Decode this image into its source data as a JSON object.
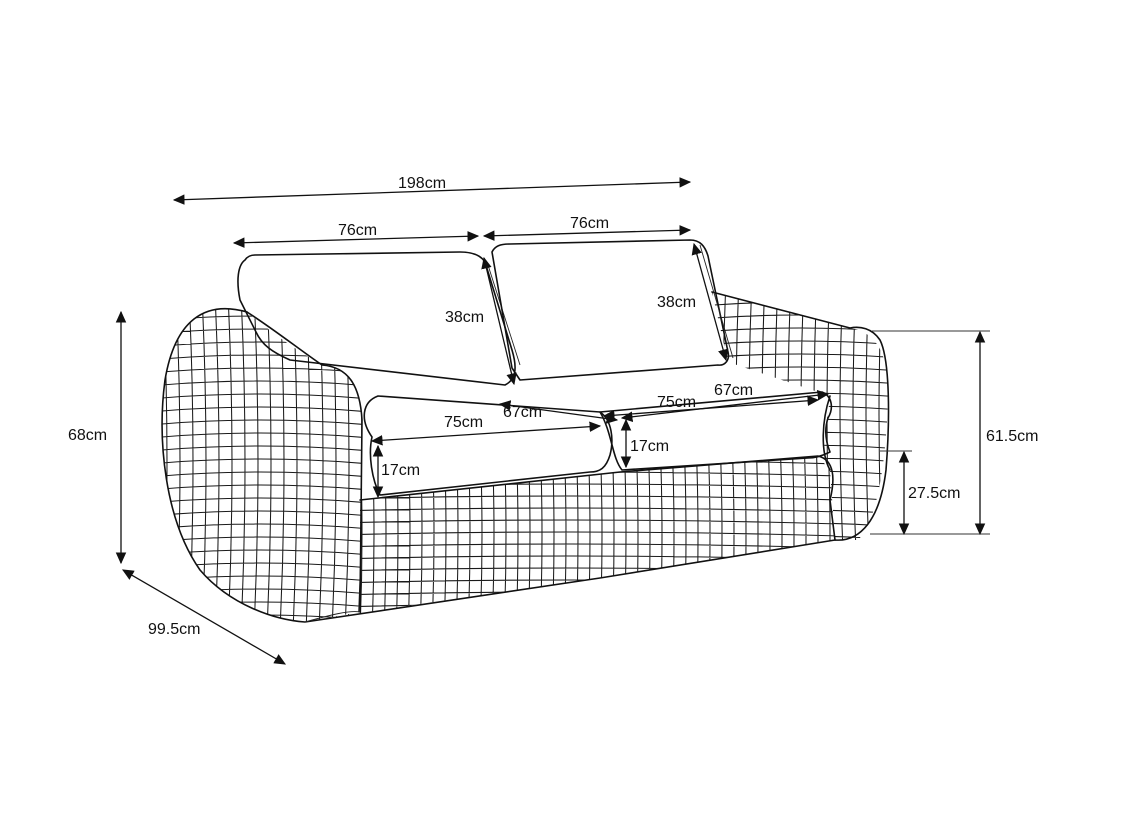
{
  "dimensions": {
    "overall_width": "198cm",
    "back_cushion_left_width": "76cm",
    "back_cushion_right_width": "76cm",
    "back_cushion_left_height": "38cm",
    "back_cushion_right_height": "38cm",
    "seat_depth_left": "67cm",
    "seat_depth_right": "67cm",
    "seat_cushion_left_width": "75cm",
    "seat_cushion_right_width": "75cm",
    "seat_cushion_left_thickness": "17cm",
    "seat_cushion_right_thickness": "17cm",
    "overall_height": "68cm",
    "arm_height": "61.5cm",
    "seat_base_height": "27.5cm",
    "overall_depth": "99.5cm"
  }
}
